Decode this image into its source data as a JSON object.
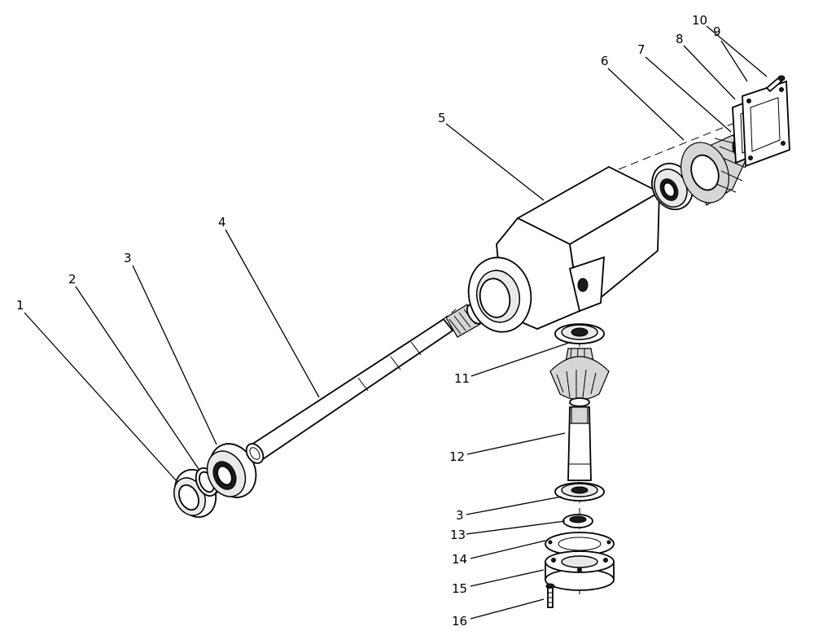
{
  "callouts": [
    {
      "id": "c1",
      "text": "1"
    },
    {
      "id": "c2",
      "text": "2"
    },
    {
      "id": "c3",
      "text": "3"
    },
    {
      "id": "c4",
      "text": "4"
    },
    {
      "id": "c5",
      "text": "5"
    },
    {
      "id": "c6",
      "text": "6"
    },
    {
      "id": "c7",
      "text": "7"
    },
    {
      "id": "c8",
      "text": "8"
    },
    {
      "id": "c9",
      "text": "9"
    },
    {
      "id": "c10",
      "text": "10"
    },
    {
      "id": "c11",
      "text": "11"
    },
    {
      "id": "c12",
      "text": "12"
    },
    {
      "id": "c3b",
      "text": "3"
    },
    {
      "id": "c13",
      "text": "13"
    },
    {
      "id": "c14",
      "text": "14"
    },
    {
      "id": "c15",
      "text": "15"
    },
    {
      "id": "c16",
      "text": "16"
    }
  ]
}
